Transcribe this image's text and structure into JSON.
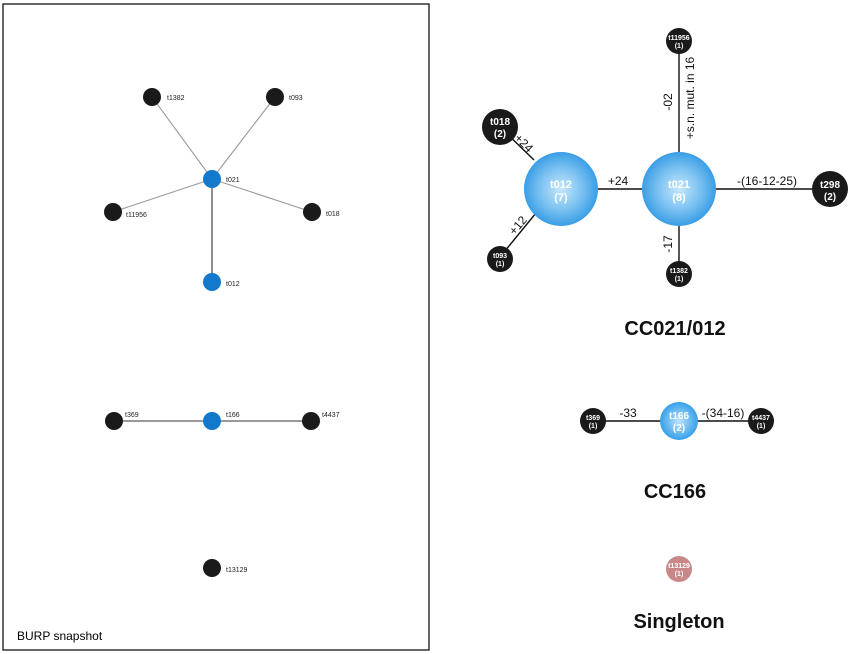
{
  "snapshot": {
    "title": "BURP snapshot",
    "nodes": {
      "t1382": "t1382",
      "t093": "t093",
      "t021": "t021",
      "t11956": "t11956",
      "t018": "t018",
      "t012": "t012",
      "t369": "t369",
      "t166": "t166",
      "t4437": "t4437",
      "t13129": "t13129"
    }
  },
  "cc021": {
    "title": "CC021/012",
    "nodes": {
      "t012": {
        "id": "t012",
        "count": "(7)"
      },
      "t021": {
        "id": "t021",
        "count": "(8)"
      },
      "t018": {
        "id": "t018",
        "count": "(2)"
      },
      "t093": {
        "id": "t093",
        "count": "(1)"
      },
      "t11956": {
        "id": "t11956",
        "count": "(1)"
      },
      "t298": {
        "id": "t298",
        "count": "(2)"
      },
      "t1382": {
        "id": "t1382",
        "count": "(1)"
      }
    },
    "edges": {
      "t018_t012": "+24",
      "t093_t012": "+12",
      "t012_t021": "+24",
      "t11956_t021_a": "-02",
      "t11956_t021_b": "+s.n. mut. in 16",
      "t021_t298": "-(16-12-25)",
      "t021_t1382": "-17"
    }
  },
  "cc166": {
    "title": "CC166",
    "nodes": {
      "t369": {
        "id": "t369",
        "count": "(1)"
      },
      "t166": {
        "id": "t166",
        "count": "(2)"
      },
      "t4437": {
        "id": "t4437",
        "count": "(1)"
      }
    },
    "edges": {
      "t369_t166": "-33",
      "t166_t4437": "-(34-16)"
    }
  },
  "singleton": {
    "title": "Singleton",
    "node": {
      "id": "t13129",
      "count": "(1)"
    }
  },
  "colors": {
    "black_node": "#1a1a1a",
    "blue_node": "#1279cc",
    "blue_gradient_center": "#bfe3fb",
    "blue_gradient_edge": "#3a9ee6",
    "singleton_node": "#c98888"
  }
}
